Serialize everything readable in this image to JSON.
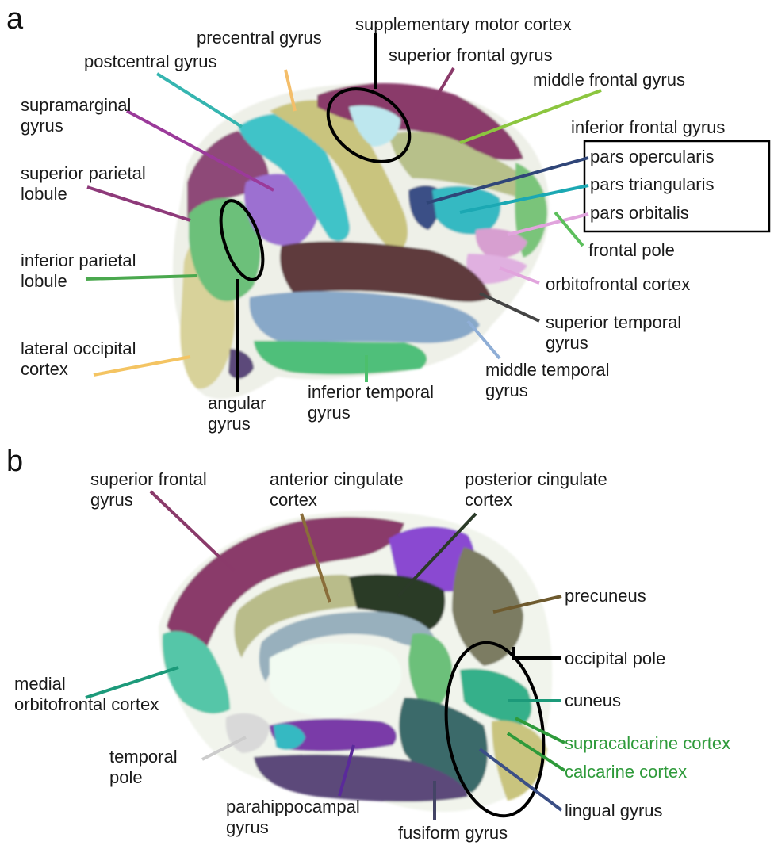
{
  "panel_a": {
    "letter": "a",
    "labels": {
      "supplementary_motor_cortex": "supplementary motor cortex",
      "precentral_gyrus": "precentral gyrus",
      "superior_frontal_gyrus": "superior frontal gyrus",
      "postcentral_gyrus": "postcentral gyrus",
      "middle_frontal_gyrus": "middle frontal gyrus",
      "supramarginal_line1": "supramarginal",
      "supramarginal_line2": "gyrus",
      "inferior_frontal_gyrus": "inferior frontal gyrus",
      "pars_opercularis": "pars opercularis",
      "pars_triangularis": "pars triangularis",
      "pars_orbitalis": "pars orbitalis",
      "superior_parietal_line1": "superior parietal",
      "superior_parietal_line2": "lobule",
      "frontal_pole": "frontal pole",
      "inferior_parietal_line1": "inferior parietal",
      "inferior_parietal_line2": "lobule",
      "orbitofrontal_cortex": "orbitofrontal cortex",
      "superior_temporal_line1": "superior temporal",
      "superior_temporal_line2": "gyrus",
      "lateral_occipital_line1": "lateral occipital",
      "lateral_occipital_line2": "cortex",
      "middle_temporal_line1": "middle temporal",
      "middle_temporal_line2": "gyrus",
      "inferior_temporal_line1": "inferior temporal",
      "inferior_temporal_line2": "gyrus",
      "angular_line1": "angular",
      "angular_line2": "gyrus"
    }
  },
  "panel_b": {
    "letter": "b",
    "labels": {
      "superior_frontal_line1": "superior frontal",
      "superior_frontal_line2": "gyrus",
      "anterior_cingulate_line1": "anterior cingulate",
      "anterior_cingulate_line2": "cortex",
      "posterior_cingulate_line1": "posterior cingulate",
      "posterior_cingulate_line2": "cortex",
      "precuneus": "precuneus",
      "occipital_pole": "occipital pole",
      "medial_orbitofrontal_line1": "medial",
      "medial_orbitofrontal_line2": "orbitofrontal cortex",
      "cuneus": "cuneus",
      "supracalcarine_cortex": "supracalcarine cortex",
      "temporal_pole_line1": "temporal",
      "temporal_pole_line2": "pole",
      "calcarine_cortex": "calcarine cortex",
      "lingual_gyrus": "lingual gyrus",
      "parahippocampal_line1": "parahippocampal",
      "parahippocampal_line2": "gyrus",
      "fusiform_gyrus": "fusiform gyrus"
    }
  },
  "colors": {
    "superior_frontal": "#8a3a6a",
    "middle_frontal": "#b7c08a",
    "precentral": "#c9c47e",
    "postcentral": "#3fc3c8",
    "supramarginal": "#9c6fd1",
    "superior_parietal": "#8e4a78",
    "inferior_parietal": "#6cc07a",
    "lateral_occipital": "#d8d29a",
    "superior_temporal": "#5e3a3e",
    "middle_temporal": "#88a8c8",
    "inferior_temporal": "#4fbf7a",
    "pars_opercularis": "#3b4f86",
    "pars_triangularis": "#35b9c2",
    "pars_orbitalis": "#d79fd0",
    "frontal_pole": "#7ac47a",
    "orbitofrontal": "#e0b0e0",
    "anterior_cingulate": "#b9bc8a",
    "posterior_cingulate": "#2b3a28",
    "precuneus": "#7b7b62",
    "medial_orbitofrontal": "#55c6a8",
    "cuneus": "#36b08a",
    "lingual": "#3b6a6a",
    "fusiform": "#5c4a7a",
    "parahippocampal": "#7a3aa8",
    "temporal_pole": "#cccccc",
    "highlight_green": "#2e9a3a"
  }
}
